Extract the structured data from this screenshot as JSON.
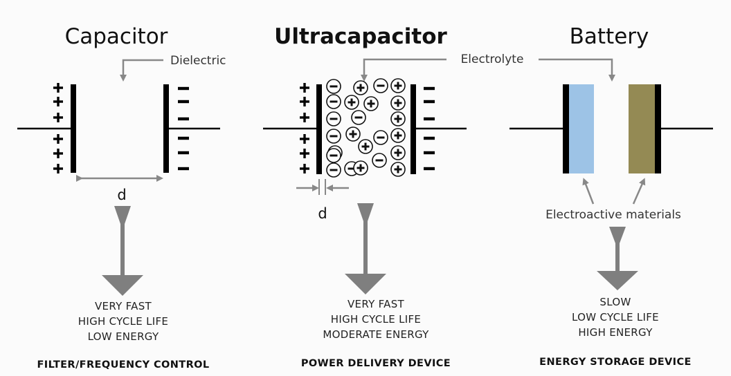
{
  "columns": [
    {
      "title": "Capacitor",
      "callout": "Dielectric",
      "gap_label": "d",
      "properties": [
        "VERY FAST",
        "HIGH CYCLE LIFE",
        "LOW ENERGY"
      ],
      "application": "FILTER/FREQUENCY CONTROL"
    },
    {
      "title": "Ultracapacitor",
      "callout": "Electrolyte",
      "gap_label": "d",
      "properties": [
        "VERY FAST",
        "HIGH CYCLE LIFE",
        "MODERATE ENERGY"
      ],
      "application": "POWER DELIVERY DEVICE"
    },
    {
      "title": "Battery",
      "callout": "Electroactive materials",
      "properties": [
        "SLOW",
        "LOW CYCLE LIFE",
        "HIGH ENERGY"
      ],
      "application": "ENERGY STORAGE DEVICE"
    }
  ],
  "symbols": {
    "plus": "+",
    "minus": "−"
  },
  "colors": {
    "arrow": "#7f7f7f",
    "callout_line": "#888888",
    "battery_left_material": "#9dc3e6",
    "battery_right_material": "#948a54",
    "conductor": "#000000"
  },
  "ions": {
    "rows": [
      [
        "−",
        "+",
        "−",
        "+"
      ],
      [
        "−",
        "+",
        "+",
        "+"
      ],
      [
        "−",
        "−",
        "+"
      ],
      [
        "−",
        "+",
        "−",
        "+"
      ],
      [
        "−",
        "+",
        "−",
        "+"
      ],
      [
        "−",
        "−",
        "+"
      ],
      [
        "−",
        "+"
      ]
    ]
  }
}
